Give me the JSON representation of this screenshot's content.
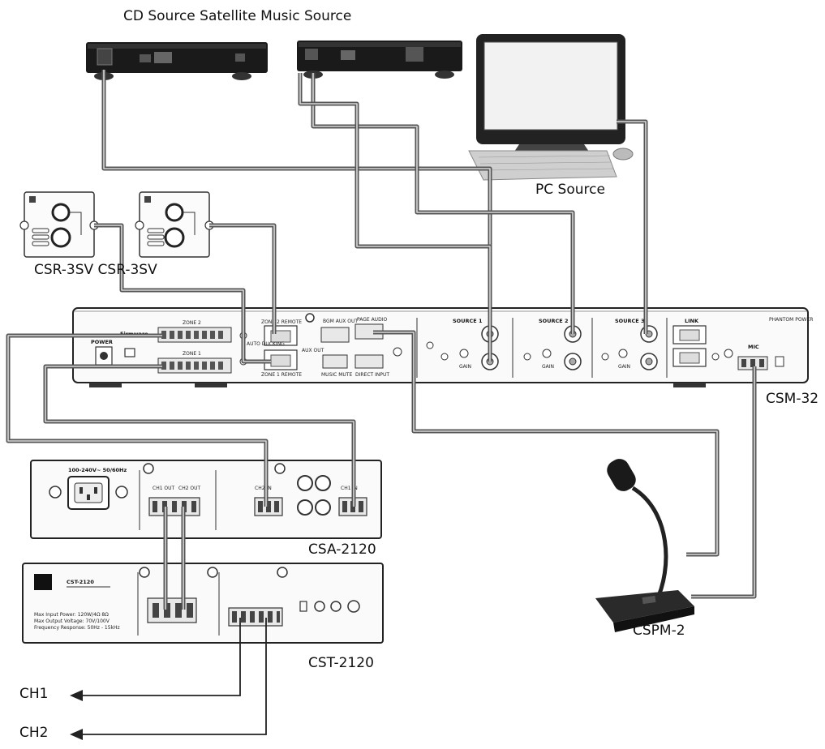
{
  "labels": {
    "cd_sat": "CD Source Satellite Music Source",
    "pc": "PC Source",
    "csr": "CSR-3SV CSR-3SV",
    "csm": "CSM-32",
    "csa": "CSA-2120",
    "cst": "CST-2120",
    "cspm": "CSPM-2",
    "ch1": "CH1",
    "ch2": "CH2"
  },
  "csm_panel": {
    "power": "POWER",
    "firmware": "Firmware",
    "zone2": "ZONE 2",
    "zone1": "ZONE 1",
    "zone2_remote": "ZONE 2 REMOTE",
    "zone1_remote": "ZONE 1 REMOTE",
    "auto_ducking": "AUTO DUCKING",
    "aux_out": "AUX OUT",
    "bgm_aux_out": "BGM AUX OUT",
    "music_mute": "MUSIC MUTE",
    "page_audio": "PAGE AUDIO",
    "direct_input": "DIRECT INPUT",
    "source1": "SOURCE 1",
    "source2": "SOURCE 2",
    "source3": "SOURCE 3",
    "link": "LINK",
    "mic": "MIC",
    "phantom_power": "PHANTOM POWER",
    "gain": "GAIN"
  },
  "csa_panel": {
    "voltage": "100-240V~ 50/60Hz",
    "ch1_out": "CH1 OUT",
    "ch2_out": "CH2 OUT",
    "ch1_in": "CH1 IN",
    "ch2_in": "CH2 IN"
  },
  "cst_panel": {
    "brand": "CST-2120",
    "spec_lines": [
      "Max Input Power: 120W/4Ω 8Ω",
      "Max Output Voltage: 70V/100V",
      "Frequency Response: 50Hz - 15kHz"
    ]
  }
}
